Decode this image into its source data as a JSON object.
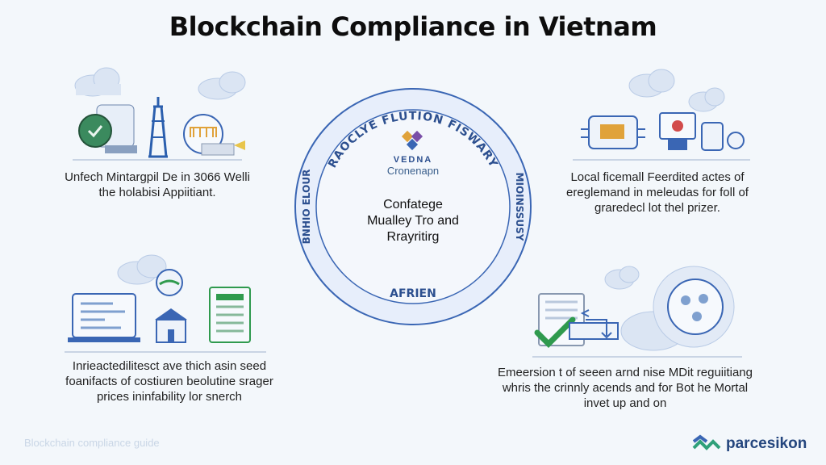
{
  "title": "Blockchain Compliance in Vietnam",
  "center": {
    "ring_top": "RAOCLYE FLUTION FISWARY",
    "ring_left": "BNHIO ELOUR",
    "ring_right": "MIOINSSUSY",
    "ring_bottom": "AFRIEN",
    "logo_line1": "VEDNA",
    "logo_line2": "Cronenapn",
    "heading_line1": "Confatege",
    "heading_line2": "Mualley Tro and",
    "heading_line3": "Rrayritirg"
  },
  "panels": {
    "top_left": {
      "line1": "Unfech Mintargpil De in 3066 Welli",
      "line2": "the holabisi Appiitiant."
    },
    "top_right": {
      "line1": "Local ficemall Feerdited actes of",
      "line2": "ereglemand in meleudas for foll of",
      "line3": "graredecl lot thel prizer."
    },
    "bottom_left": {
      "line1": "Inrieactedilitesct ave thich asin seed",
      "line2": "foanifacts of costiuren beolutine srager",
      "line3": "prices ininfability lor snerch"
    },
    "bottom_right": {
      "line1": "Emeersion t of seeen arnd nise MDit reguiitiang",
      "line2": "whris the crinnly acends and for Bot he Mortal",
      "line3": "invet up and on"
    }
  },
  "brand": {
    "name": "parcesikon"
  },
  "watermark": "Blockchain compliance guide",
  "colors": {
    "accent": "#3a66b4",
    "ring_bg": "#e7eefb",
    "check": "#2f9a4e",
    "cloud": "#c9d8ee"
  }
}
